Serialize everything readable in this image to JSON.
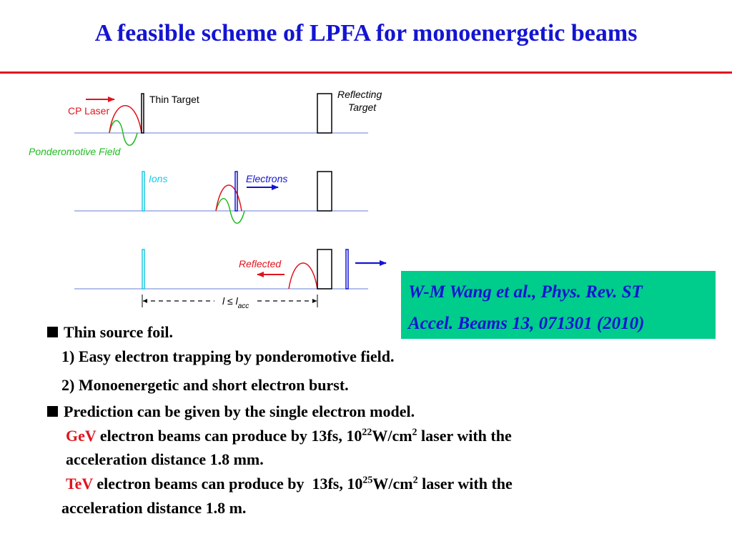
{
  "title": "A feasible scheme of LPFA for monoenergetic beams",
  "diagram": {
    "cp_laser": "CP Laser",
    "thin_target": "Thin Target",
    "reflecting_target_line1": "Reflecting",
    "reflecting_target_line2": "Target",
    "ponderomotive_field": "Ponderomotive Field",
    "ions": "Ions",
    "electrons": "Electrons",
    "reflected": "Reflected",
    "distance_l": "l ≤ l",
    "distance_sub": "acc"
  },
  "citation": {
    "line1": "W-M Wang et al., Phys. Rev. ST",
    "line2": "Accel. Beams 13, 071301 (2010)"
  },
  "bullets": {
    "b1": "Thin source foil.",
    "b1_1": "1) Easy electron trapping by ponderomotive field.",
    "b1_2": "2) Monoenergetic and short electron burst.",
    "b2": "Prediction can be given by the single electron model.",
    "gev": {
      "highlight": "GeV",
      "text_a": " electron beams can produce by 13fs, 10",
      "sup1": "22",
      "text_b": "W/cm",
      "sup2": "2",
      "text_c": " laser with the",
      "line2": "acceleration distance 1.8 mm."
    },
    "tev": {
      "highlight": "TeV",
      "text_a": " electron beams can produce by  13fs, 10",
      "sup1": "25",
      "text_b": "W/cm",
      "sup2": "2",
      "text_c": " laser with the",
      "line2": "acceleration distance 1.8 m."
    }
  },
  "colors": {
    "title": "#1414d2",
    "rule": "#e0141e",
    "laser": "#e0141e",
    "ponderomotive": "#22bb22",
    "ions": "#1ec8e6",
    "electrons": "#1414d2",
    "citation_bg": "#00cc8c"
  }
}
